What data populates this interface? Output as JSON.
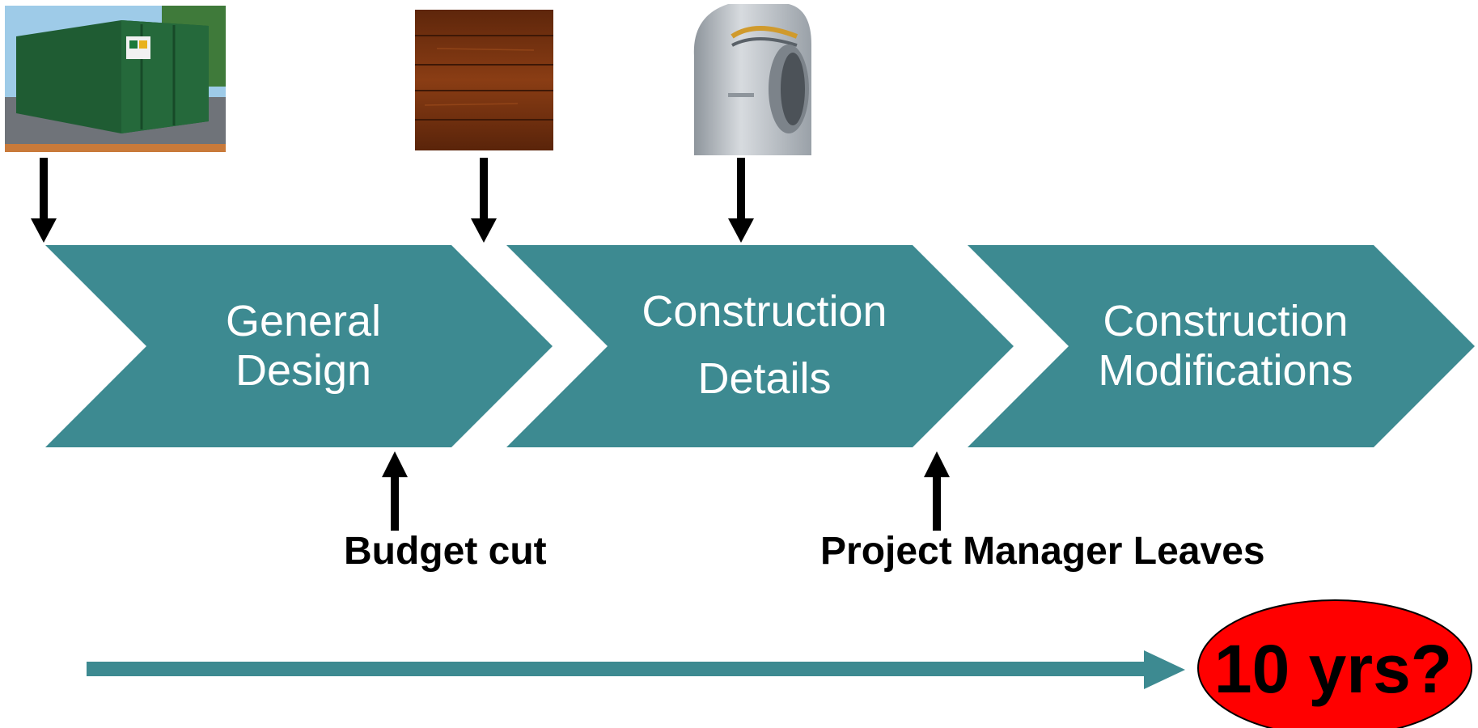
{
  "colors": {
    "chevron_fill": "#3d8a91",
    "chevron_text": "#ffffff",
    "arrow": "#000000",
    "timeline": "#3d8a91",
    "callout_fill": "#ff0000",
    "callout_stroke": "#000000",
    "dumpster_green": "#1f5c33",
    "wood": "#7a3410",
    "dryer_silver": "#b9bec4"
  },
  "images": [
    {
      "name": "dumpster-image",
      "depicts": "green roll-off dumpster"
    },
    {
      "name": "wood-panel-image",
      "depicts": "dark wood plank texture"
    },
    {
      "name": "hand-dryer-image",
      "depicts": "silver hand dryer"
    }
  ],
  "phases": [
    {
      "line1": "General",
      "line2": "Design"
    },
    {
      "line1": "Construction",
      "line2": "Details"
    },
    {
      "line1": "Construction",
      "line2": "Modifications"
    }
  ],
  "events": {
    "budget_cut": "Budget cut",
    "pm_leaves": "Project Manager Leaves"
  },
  "callout": {
    "text": "10 yrs?"
  }
}
